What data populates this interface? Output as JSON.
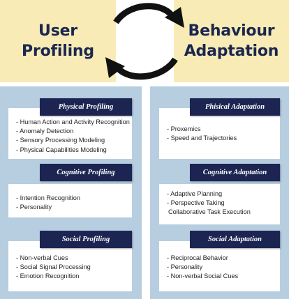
{
  "top": {
    "left": {
      "line1": "User",
      "line2": "Profiling"
    },
    "right": {
      "line1": "Behaviour",
      "line2": "Adaptation"
    }
  },
  "profiling": [
    {
      "title": "Physical Profiling",
      "items": [
        "- Human Action and Activity Recognition",
        "- Anomaly Detection",
        "- Sensory Processing Modeling",
        "- Physical Capabilities Modeling"
      ]
    },
    {
      "title": "Cognitive Profiling",
      "items": [
        "- Intention Recognition",
        "- Personality"
      ]
    },
    {
      "title": "Social Profiling",
      "items": [
        "- Non-verbal Cues",
        "- Social Signal Processing",
        "- Emotion Recognition"
      ]
    }
  ],
  "adaptation": [
    {
      "title": "Phisical Adaptation",
      "items": [
        "- Proxemics",
        "- Speed and Trajectories"
      ]
    },
    {
      "title": "Cognitive Adaptation",
      "items": [
        "- Adaptive Planning",
        "- Perspective Taking",
        "Collaborative Task Execution"
      ]
    },
    {
      "title": "Social Adaptation",
      "items": [
        "- Reciprocal Behavior",
        "- Personality",
        "- Non-verbal Social Cues"
      ]
    }
  ],
  "colors": {
    "top_fill": "#f8ebb5",
    "panel_fill": "#b7cde0",
    "header_fill": "#1c2552",
    "title_text": "#1a2650"
  }
}
